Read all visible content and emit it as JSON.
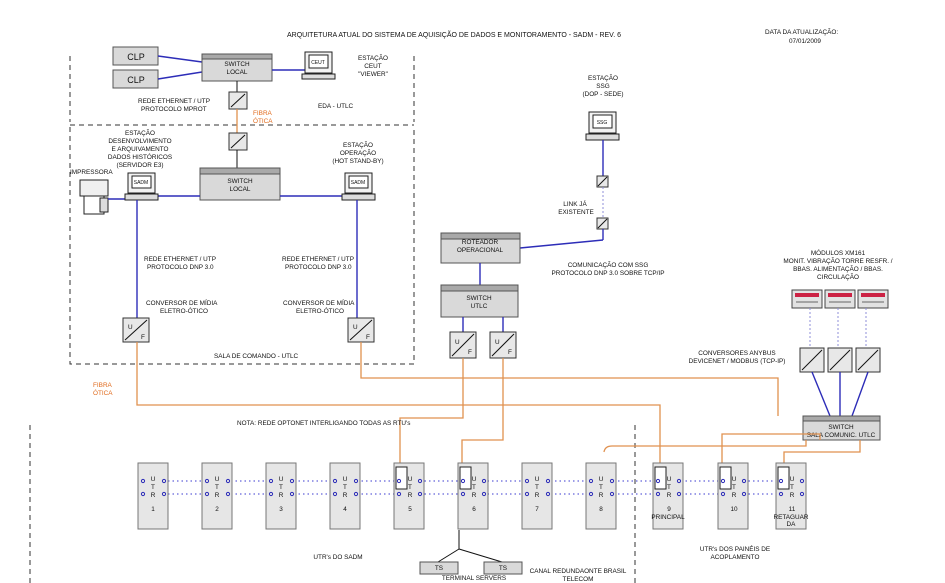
{
  "title": "ARQUITETURA ATUAL DO SISTEMA DE AQUISIÇÃO DE DADOS E MONITORAMENTO - SADM  -  REV. 6",
  "date": {
    "label": "DATA DA ATUALIZAÇÃO:",
    "value": "07/01/2009"
  },
  "clp": [
    "CLP",
    "CLP"
  ],
  "switch_local_top": [
    "SWITCH",
    "LOCAL"
  ],
  "station_ceut": {
    "screen": "CEUT",
    "label": [
      "ESTAÇÃO",
      "CEUT",
      "\"VIEWER\""
    ]
  },
  "rede_mprot": [
    "REDE ETHERNET / UTP",
    "PROTOCOLO MPROT"
  ],
  "eda": "EDA - UTLC",
  "fibra_top": [
    "FIBRA",
    "ÓTICA"
  ],
  "station_dev": [
    "ESTAÇÃO",
    "DESENVOLVIMENTO",
    "E ARQUIVAMENTO",
    "DADOS HISTÓRICOS",
    "(SERVIDOR E3)"
  ],
  "station_op": [
    "ESTAÇÃO",
    "OPERAÇÃO",
    "(HOT STAND-BY)"
  ],
  "impressora": "IMPRESSORA",
  "sadm": "SADM",
  "switch_local_mid": [
    "SWITCH",
    "LOCAL"
  ],
  "station_ssg": {
    "screen": "SSG",
    "label": [
      "ESTAÇÃO",
      "SSG",
      "(DOP - SEDE)"
    ]
  },
  "link": [
    "LINK JÁ",
    "EXISTENTE"
  ],
  "roteador": [
    "ROTEADOR",
    "OPERACIONAL"
  ],
  "comm_ssg": [
    "COMUNICAÇÃO COM SSG",
    "PROTOCOLO DNP 3.0 SOBRE TCP/IP"
  ],
  "modulos": [
    "MÓDULOS XM161",
    "MONIT. VIBRAÇÃO TORRE RESFR. /",
    "BBAS. ALIMENTAÇÃO / BBAS.",
    "CIRCULAÇÃO"
  ],
  "rede_dnp": [
    "REDE ETHERNET / UTP",
    "PROTOCOLO DNP 3.0"
  ],
  "switch_utlc": [
    "SWITCH",
    "UTLC"
  ],
  "conversor": [
    "CONVERSOR DE MÍDIA",
    "ELETRO-ÓTICO"
  ],
  "uf": [
    "U",
    "F"
  ],
  "sala_comando": "SALA DE COMANDO - UTLC",
  "conversores_anybus": [
    "CONVERSORES ANYBUS",
    "DEVICENET / MODBUS (TCP-IP)"
  ],
  "fibra_left": [
    "FIBRA",
    "ÓTICA"
  ],
  "switch_sala": [
    "SWITCH",
    "SALA COMUNIC. UTLC"
  ],
  "nota": "NOTA:  REDE OPTONET INTERLIGANDO TODAS AS RTU's",
  "utr_letters": [
    "U",
    "T",
    "R"
  ],
  "rtus": [
    "1",
    "2",
    "3",
    "4",
    "5",
    "6",
    "7",
    "8",
    "9",
    "10",
    "11"
  ],
  "rtu9_sub": "PRINCIPAL",
  "rtu11_sub": [
    "RETAGUAR",
    "DA"
  ],
  "utr_sadm": "UTR's DO SADM",
  "ts": [
    "TS",
    "TS"
  ],
  "terminal_servers": "TERMINAL SERVERS",
  "canal": [
    "CANAL REDUNDAONTE BRASIL",
    "TELECOM"
  ],
  "utr_paineis": [
    "UTR's DOS PAINÉIS DE",
    "ACOPLAMENTO"
  ]
}
